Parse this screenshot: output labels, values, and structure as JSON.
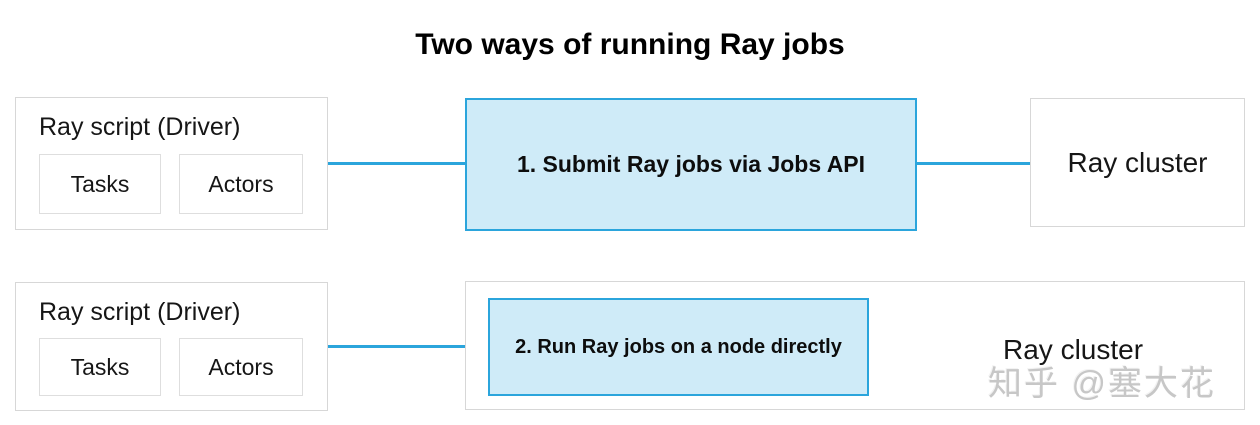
{
  "title": "Two ways of running Ray jobs",
  "colors": {
    "accent_blue_border": "#2ba5dc",
    "accent_blue_fill": "#cfebf8",
    "box_border_gray": "#d7d7d7",
    "inner_box_border_gray": "#dedede",
    "watermark_gray": "#c7c7c7",
    "text": "#111111"
  },
  "rows": [
    {
      "driver": {
        "label": "Ray script (Driver)",
        "children": [
          "Tasks",
          "Actors"
        ]
      },
      "method": "1. Submit Ray jobs via Jobs API",
      "cluster": "Ray cluster"
    },
    {
      "driver": {
        "label": "Ray script (Driver)",
        "children": [
          "Tasks",
          "Actors"
        ]
      },
      "method": "2. Run Ray jobs on a node directly",
      "cluster": "Ray cluster"
    }
  ],
  "watermark": "知乎 @塞大花"
}
